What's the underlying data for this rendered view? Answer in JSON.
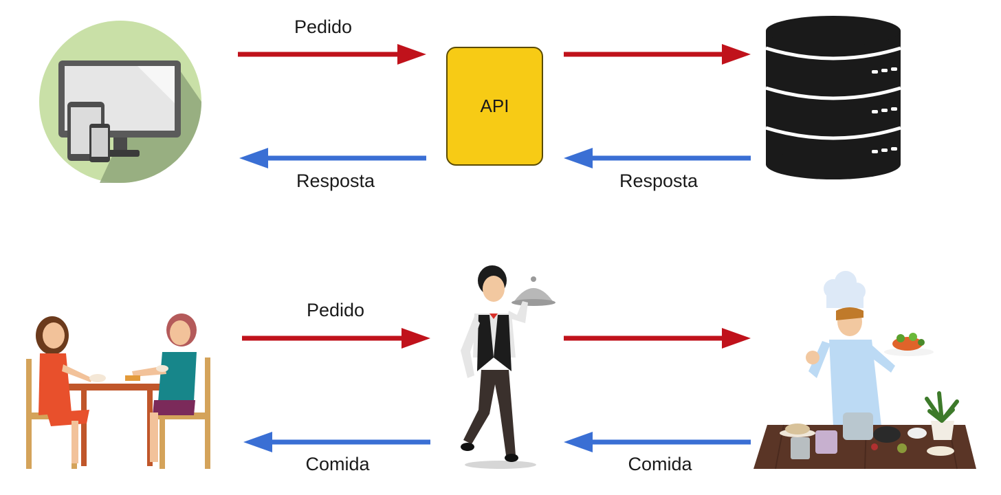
{
  "diagram": {
    "top_row": {
      "request_label": "Pedido",
      "api_label": "API",
      "response_left_label": "Resposta",
      "response_right_label": "Resposta"
    },
    "bottom_row": {
      "order_label": "Pedido",
      "food_left_label": "Comida",
      "food_right_label": "Comida"
    },
    "colors": {
      "request_arrow": "#c0121b",
      "response_arrow": "#3a6fd4",
      "api_box": "#f7cb15",
      "database": "#1a1a1a"
    },
    "icons": [
      "devices-icon",
      "api-box",
      "database-icon",
      "diners-icon",
      "waiter-icon",
      "chef-icon"
    ]
  }
}
